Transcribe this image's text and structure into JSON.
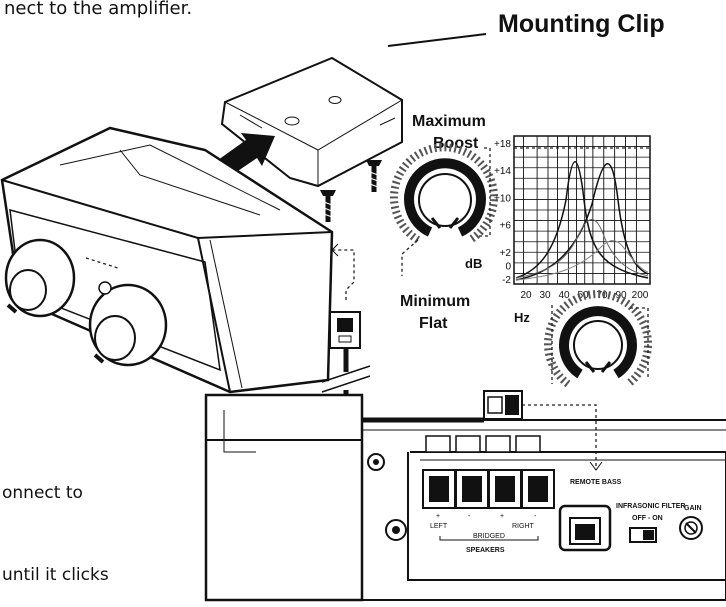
{
  "text": {
    "top_left_fragment": "nect to the amplifier.",
    "mounting_clip": "Mounting Clip",
    "maximum": "Maximum",
    "boost": "Boost",
    "db": "dB",
    "minimum": "Minimum",
    "flat": "Flat",
    "hz": "Hz",
    "left_frag_1": "onnect to",
    "left_frag_2": "until it clicks"
  },
  "chart_data": {
    "type": "line",
    "y_ticks": [
      "+18",
      "+14",
      "+10",
      "+6",
      "+2",
      "0",
      "-2"
    ],
    "x_ticks": [
      "20",
      "30",
      "40",
      "50",
      "70",
      "90",
      "200"
    ],
    "ylim": [
      -2,
      18
    ],
    "grid": true
  },
  "amp_labels": {
    "remote_bass": "REMOTE BASS",
    "infrasonic": "INFRASONIC FILTER",
    "off_on": "OFF - ON",
    "gain": "GAIN",
    "left": "LEFT",
    "right": "RIGHT",
    "bridged": "BRIDGED",
    "speakers": "SPEAKERS",
    "plus": "+",
    "minus": "-"
  }
}
